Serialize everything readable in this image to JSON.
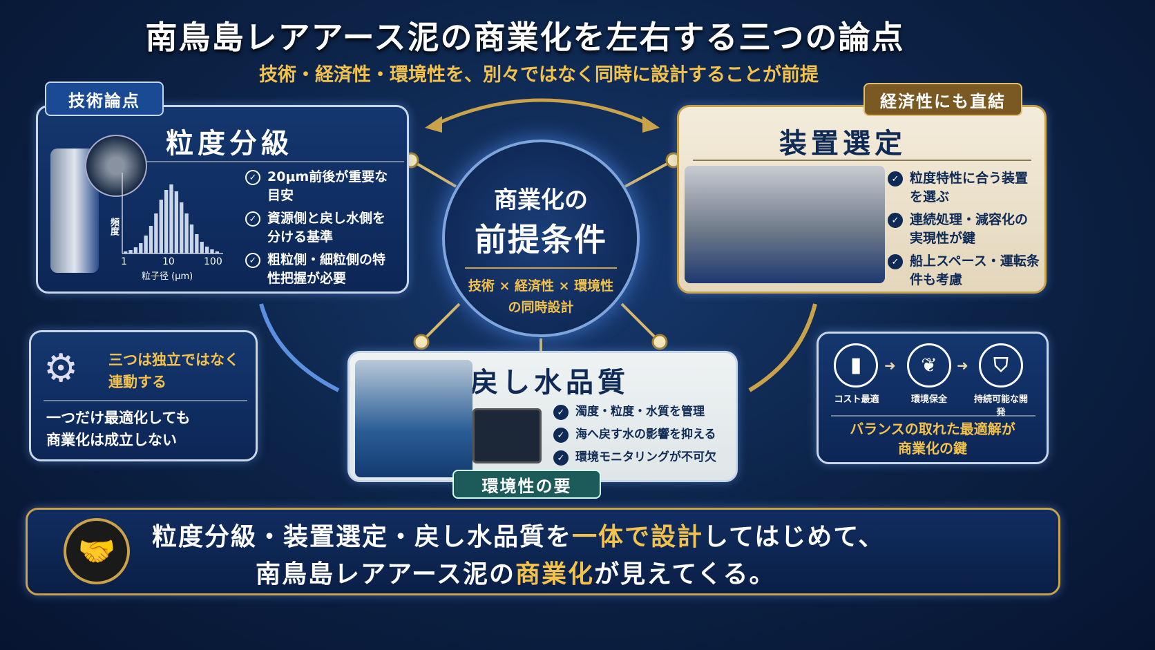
{
  "header": {
    "title": "南鳥島レアアース泥の商業化を左右する三つの論点",
    "subtitle": "技術・経済性・環境性を、別々ではなく同時に設計することが前提"
  },
  "technical": {
    "tag": "技術論点",
    "title": "粒度分級",
    "histogram": {
      "ylabel": "頻度",
      "xlabel": "粒子径 (μm)",
      "x_ticks": [
        "1",
        "10",
        "100"
      ],
      "relative_bars": [
        0.03,
        0.05,
        0.09,
        0.15,
        0.26,
        0.4,
        0.58,
        0.78,
        0.92,
        1.0,
        0.9,
        0.74,
        0.58,
        0.42,
        0.28,
        0.17,
        0.1,
        0.06,
        0.03
      ]
    },
    "points": [
      "20μm前後が重要な目安",
      "資源側と戻し水側を分ける基準",
      "粗粒側・細粒側の特性把握が必要"
    ]
  },
  "equipment": {
    "tag": "経済性にも直結",
    "title": "装置選定",
    "points": [
      "粒度特性に合う装置を選ぶ",
      "連続処理・減容化の実現性が鍵",
      "船上スペース・運転条件も考慮"
    ]
  },
  "center": {
    "line1": "商業化の",
    "line2": "前提条件",
    "sub1": "技術 × 経済性 × 環境性",
    "sub2": "の同時設計"
  },
  "water": {
    "tag": "環境性の要",
    "title": "戻し水品質",
    "points": [
      "濁度・粒度・水質を管理",
      "海へ戻す水の影響を抑える",
      "環境モニタリングが不可欠"
    ]
  },
  "linked": {
    "heading1": "三つは独立ではなく",
    "heading2": "連動する",
    "body1": "一つだけ最適化しても",
    "body2": "商業化は成立しない"
  },
  "balance": {
    "steps": [
      {
        "icon": "bar-chart",
        "label": "コスト最適"
      },
      {
        "icon": "leaf",
        "label": "環境保全"
      },
      {
        "icon": "shield",
        "label": "持続可能な開発"
      }
    ],
    "conclusion1": "バランスの取れた最適解が",
    "conclusion2": "商業化の鍵"
  },
  "banner": {
    "line1_a": "粒度分級・装置選定・戻し水品質を",
    "line1_b": "一体で設計",
    "line1_c": "してはじめて、",
    "line2_a": "南鳥島レアアース泥の",
    "line2_b": "商業化",
    "line2_c": "が見えてくる。"
  },
  "colors": {
    "gold": "#f2c24d",
    "navy": "#0c2656",
    "beige": "#efe6d2",
    "teal": "#1d5a5a"
  }
}
